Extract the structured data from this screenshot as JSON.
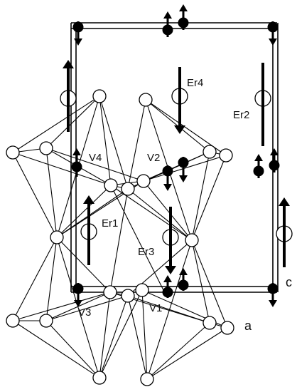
{
  "labels": {
    "er1": "Er1",
    "er2": "Er2",
    "er3": "Er3",
    "er4": "Er4",
    "v1": "V1",
    "v2": "V2",
    "v3": "V3",
    "v4": "V4",
    "axis_a": "a",
    "axis_c": "c"
  },
  "colors": {
    "line": "#000000",
    "atom_fill": "#ffffff",
    "v_atom": "#000000"
  }
}
